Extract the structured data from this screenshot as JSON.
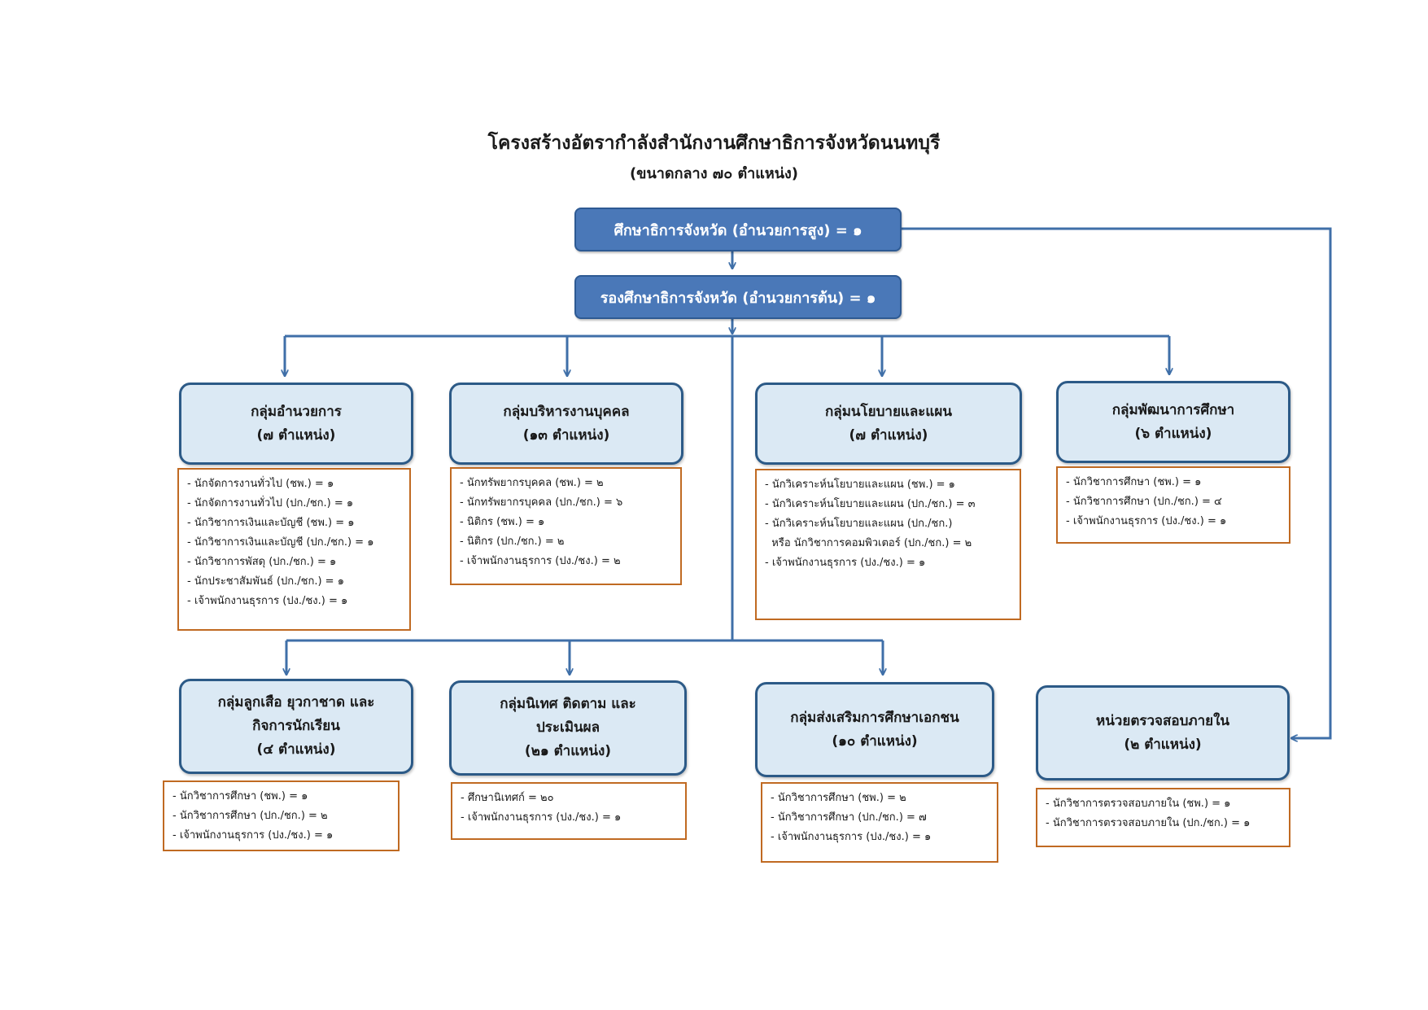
{
  "title": "โครงสร้างอัตรากำลังสำนักงานศึกษาธิการจังหวัดนนทบุรี",
  "subtitle": "(ขนาดกลาง ๗๐ ตำแหน่ง)",
  "head": "ศึกษาธิการจังหวัด (อำนวยการสูง) = ๑",
  "deputy": "รองศึกษาธิการจังหวัด (อำนวยการต้น) = ๑",
  "colors": {
    "top_fill": "#4a78b8",
    "group_fill": "#dbe9f4",
    "group_border": "#2c5a87",
    "detail_border": "#c06a22",
    "connector": "#3f6fa8"
  },
  "groups": [
    {
      "name": [
        "กลุ่มอำนวยการ",
        "(๗ ตำแหน่ง)"
      ],
      "items": [
        "- นักจัดการงานทั่วไป (ชพ.) = ๑",
        "- นักจัดการงานทั่วไป (ปก./ชก.) = ๑",
        "- นักวิชาการเงินและบัญชี (ชพ.) = ๑",
        "- นักวิชาการเงินและบัญชี (ปก./ชก.) = ๑",
        "- นักวิชาการพัสดุ (ปก./ชก.) = ๑",
        "- นักประชาสัมพันธ์ (ปก./ชก.) = ๑",
        "- เจ้าพนักงานธุรการ (ปง./ชง.) = ๑"
      ]
    },
    {
      "name": [
        "กลุ่มบริหารงานบุคคล",
        "(๑๓ ตำแหน่ง)"
      ],
      "items": [
        "- นักทรัพยากรบุคคล (ชพ.) = ๒",
        "- นักทรัพยากรบุคคล (ปก./ชก.) = ๖",
        "- นิติกร (ชพ.) = ๑",
        "- นิติกร (ปก./ชก.) = ๒",
        "- เจ้าพนักงานธุรการ (ปง./ชง.) = ๒"
      ]
    },
    {
      "name": [
        "กลุ่มนโยบายและแผน",
        "(๗ ตำแหน่ง)"
      ],
      "items": [
        "- นักวิเคราะห์นโยบายและแผน (ชพ.) = ๑",
        "- นักวิเคราะห์นโยบายและแผน (ปก./ชก.) = ๓",
        "- นักวิเคราะห์นโยบายและแผน (ปก./ชก.)",
        "  หรือ นักวิชาการคอมพิวเตอร์ (ปก./ชก.) = ๒",
        "- เจ้าพนักงานธุรการ (ปง./ชง.) = ๑"
      ]
    },
    {
      "name": [
        "กลุ่มพัฒนาการศึกษา",
        "(๖ ตำแหน่ง)"
      ],
      "items": [
        "- นักวิชาการศึกษา (ชพ.) = ๑",
        "- นักวิชาการศึกษา (ปก./ชก.) = ๔",
        "- เจ้าพนักงานธุรการ (ปง./ชง.) = ๑"
      ]
    },
    {
      "name": [
        "กลุ่มลูกเสือ ยุวกาชาด และ",
        "กิจการนักเรียน",
        "(๔ ตำแหน่ง)"
      ],
      "items": [
        "- นักวิชาการศึกษา (ชพ.) = ๑",
        "- นักวิชาการศึกษา (ปก./ชก.) = ๒",
        "- เจ้าพนักงานธุรการ (ปง./ชง.) = ๑"
      ]
    },
    {
      "name": [
        "กลุ่มนิเทศ ติดตาม และ",
        "ประเมินผล",
        "(๒๑ ตำแหน่ง)"
      ],
      "items": [
        "- ศึกษานิเทศก์ = ๒๐",
        "- เจ้าพนักงานธุรการ (ปง./ชง.) = ๑"
      ]
    },
    {
      "name": [
        "กลุ่มส่งเสริมการศึกษาเอกชน",
        "(๑๐ ตำแหน่ง)"
      ],
      "items": [
        "- นักวิชาการศึกษา (ชพ.) = ๒",
        "- นักวิชาการศึกษา (ปก./ชก.) = ๗",
        "- เจ้าพนักงานธุรการ (ปง./ชง.) = ๑"
      ]
    },
    {
      "name": [
        "หน่วยตรวจสอบภายใน",
        "(๒ ตำแหน่ง)"
      ],
      "items": [
        "- นักวิชาการตรวจสอบภายใน (ชพ.) = ๑",
        "- นักวิชาการตรวจสอบภายใน (ปก./ชก.) = ๑"
      ]
    }
  ]
}
